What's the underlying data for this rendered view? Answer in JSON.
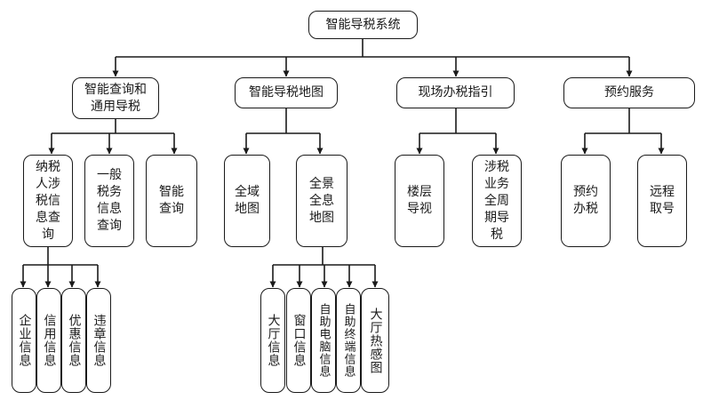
{
  "root": "智能导税系统",
  "level1": {
    "smart_query": "智能查询和\n通用导税",
    "smart_map": "智能导税地图",
    "onsite": "现场办税指引",
    "appointment": "预约服务"
  },
  "level2": {
    "taxpayer_query": "纳税\n人涉\n税信\n息查\n询",
    "general_info": "一般\n税务\n信息\n查询",
    "smart_inquiry": "智能\n查询",
    "area_map": "全域\n地图",
    "panorama_map": "全景\n全息\n地图",
    "floor_guide": "楼层\n导视",
    "lifecycle": "涉税\n业务\n全周\n期导\n税",
    "appt_tax": "预约\n办税",
    "remote_ticket": "远程\n取号"
  },
  "level3": {
    "enterprise_info": "企业信息",
    "credit_info": "信用信息",
    "preference_info": "优惠信息",
    "violation_info": "违章信息",
    "hall_info": "大厅信息",
    "window_info": "窗口信息",
    "self_pc_info": "自助电脑信息",
    "self_terminal_info": "自助终端信息",
    "hall_heatmap": "大厅热感图"
  }
}
